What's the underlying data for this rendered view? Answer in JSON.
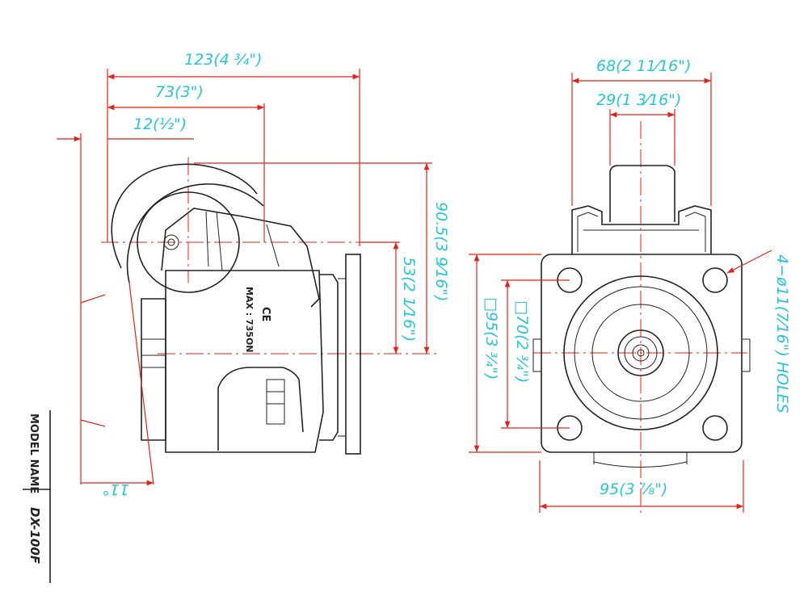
{
  "colors": {
    "dimension_text": "#26c6d6",
    "dimension_line": "#e2231a",
    "outline": "#222222",
    "background": "#ffffff"
  },
  "side_view": {
    "dim_overall_width": "123(4 ¾\")",
    "dim_mount_offset": "73(3\")",
    "dim_wheel_offset": "12(½\")",
    "dim_overall_height": "90.5(3 9⁄16\")",
    "dim_flange_height": "53(2 1⁄16\")",
    "dim_angle": "11°",
    "label_max_load": "MAX : 735ON",
    "label_ce": "CE"
  },
  "front_view": {
    "dim_top_width": "68(2 11⁄16\")",
    "dim_stem_width": "29(1 3⁄16\")",
    "dim_plate_width": "95(3 ⅞\")",
    "dim_hole_pitch": "□70(2 ¾\")",
    "dim_plate_square": "□95(3 ¾\")",
    "dim_holes": "4−ø11(7⁄16\") HOLES"
  },
  "title_block": {
    "label": "MODEL NAME",
    "value": "DX-100F"
  }
}
